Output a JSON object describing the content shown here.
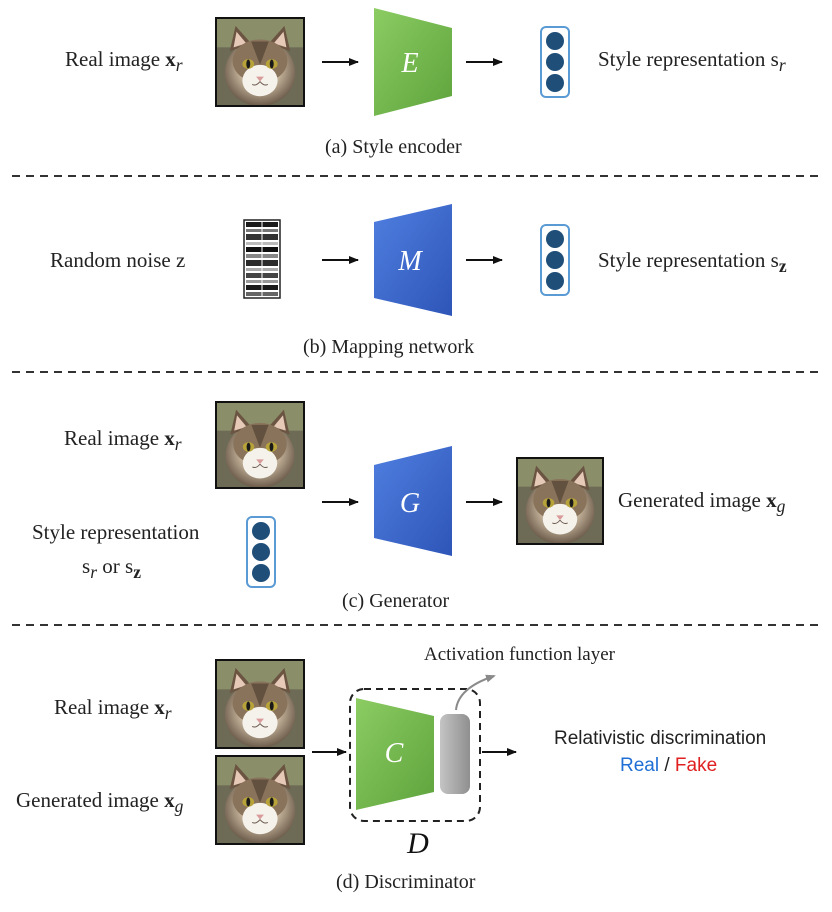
{
  "sections": {
    "a": {
      "caption": "(a) Style encoder",
      "input_label": "Real image",
      "input_symbol": "x",
      "input_sub": "r",
      "block_letter": "E",
      "output_label": "Style representation",
      "output_symbol": "s",
      "output_sub": "r"
    },
    "b": {
      "caption": "(b) Mapping network",
      "input_label": "Random noise z",
      "block_letter": "M",
      "output_label": "Style representation",
      "output_symbol": "s",
      "output_sub": "z"
    },
    "c": {
      "caption": "(c) Generator",
      "input1_label": "Real image",
      "input1_symbol": "x",
      "input1_sub": "r",
      "input2_label": "Style representation",
      "input2_line2_a": "s",
      "input2_line2_a_sub": "r",
      "input2_line2_or": "or",
      "input2_line2_b": "s",
      "input2_line2_b_sub": "z",
      "block_letter": "G",
      "output_label": "Generated image",
      "output_symbol": "x",
      "output_sub": "g"
    },
    "d": {
      "caption": "(d) Discriminator",
      "input1_label": "Real image",
      "input1_symbol": "x",
      "input1_sub": "r",
      "input2_label": "Generated image",
      "input2_symbol": "x",
      "input2_sub": "g",
      "block_letter": "C",
      "group_letter": "D",
      "activation_label": "Activation function layer",
      "output_title": "Relativistic discrimination",
      "output_real": "Real",
      "output_sep": "/",
      "output_fake": "Fake"
    }
  },
  "colors": {
    "encoder_green": "#6fb54a",
    "network_blue": "#3b67c9",
    "style_dot": "#1f4e79",
    "style_border": "#5b9bd5",
    "real_text": "#1f6fd6",
    "fake_text": "#e02020",
    "activation_gray": "#a6a6a6"
  },
  "icons": {
    "cat_photo": "cat-image",
    "noise": "noise-barcode-icon",
    "style_vector": "style-vector-icon"
  }
}
